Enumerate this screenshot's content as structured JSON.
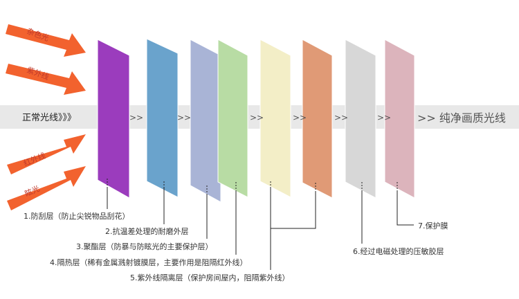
{
  "incoming": {
    "band_label": "正常光线》》》",
    "arrows": [
      {
        "label": "杂色光"
      },
      {
        "label": "紫外线"
      },
      {
        "label": "红外线"
      },
      {
        "label": "眩光"
      }
    ]
  },
  "chevrons": [
    ">>",
    ">>",
    ">>",
    ">>",
    ">>",
    ">>",
    ">>"
  ],
  "output_label": ">> 纯净画质光线",
  "layers": [
    {
      "color": "#9b3cbd"
    },
    {
      "color": "#6aa3cc"
    },
    {
      "color": "#a9b4d6"
    },
    {
      "color": "#b8dca4"
    },
    {
      "color": "#f3eec7"
    },
    {
      "color": "#e09a76"
    },
    {
      "color": "#d7d7d7"
    },
    {
      "color": "#dcb4bc"
    }
  ],
  "legend": [
    "1.防刮层（防止尖锐物品刮花）",
    "2.抗温差处理的耐磨外层",
    "3.聚酯层（防暴与防眩光的主要保护层）",
    "4.隔热层（稀有金属溅射镀膜层，主要作用是阻隔红外线）",
    "5.紫外线隔离层（保护房间屋内，阻隔紫外线）",
    "6.经过电磁处理的压敏胶层",
    "7.保护膜"
  ],
  "colors": {
    "band": "#e8e8e8",
    "arrow": "#f2622e"
  }
}
